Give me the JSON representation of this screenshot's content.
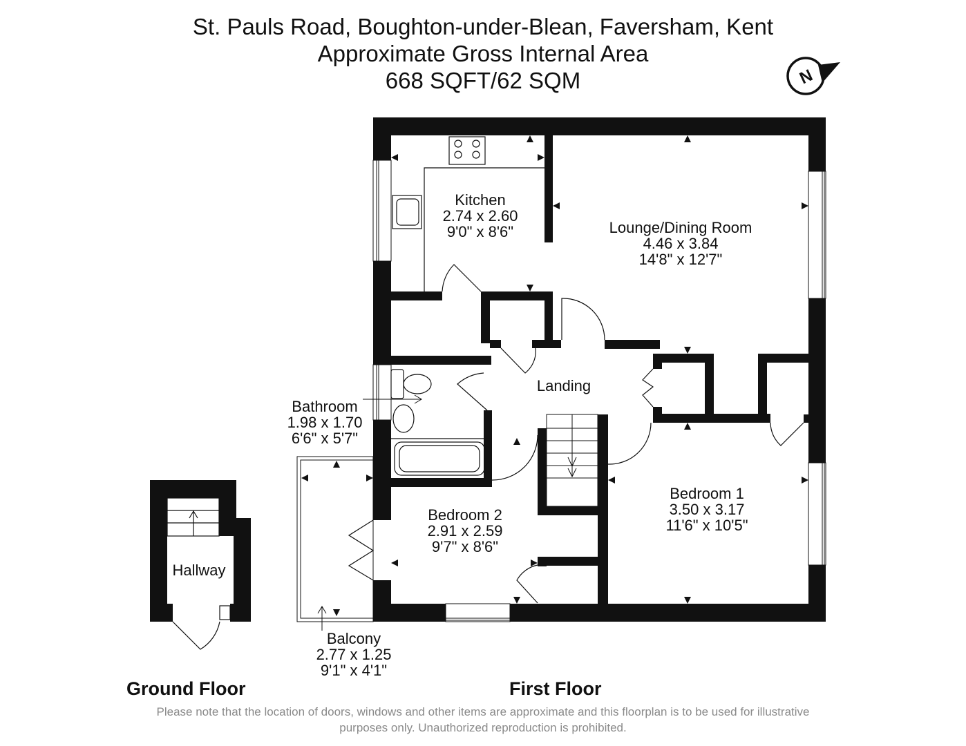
{
  "header": {
    "address": "St. Pauls Road, Boughton-under-Blean, Faversham, Kent",
    "subtitle": "Approximate Gross Internal Area",
    "area": "668 SQFT/62 SQM"
  },
  "compass": {
    "icon": "north-compass-icon",
    "letter": "N"
  },
  "rooms": {
    "kitchen": {
      "name": "Kitchen",
      "metric": "2.74 x 2.60",
      "imperial": "9'0\" x 8'6\""
    },
    "lounge": {
      "name": "Lounge/Dining Room",
      "metric": "4.46 x 3.84",
      "imperial": "14'8\" x 12'7\""
    },
    "landing": {
      "name": "Landing"
    },
    "bathroom": {
      "name": "Bathroom",
      "metric": "1.98 x 1.70",
      "imperial": "6'6\" x 5'7\""
    },
    "bedroom2": {
      "name": "Bedroom 2",
      "metric": "2.91 x 2.59",
      "imperial": "9'7\" x 8'6\""
    },
    "bedroom1": {
      "name": "Bedroom 1",
      "metric": "3.50 x 3.17",
      "imperial": "11'6\" x 10'5\""
    },
    "balcony": {
      "name": "Balcony",
      "metric": "2.77 x 1.25",
      "imperial": "9'1\" x 4'1\""
    },
    "hallway": {
      "name": "Hallway"
    }
  },
  "floors": {
    "ground": "Ground Floor",
    "first": "First Floor"
  },
  "disclaimer": {
    "line1": "Please note that the location of doors, windows and other items are approximate and this floorplan is to be used for illustrative",
    "line2": "purposes only. Unauthorized reproduction is prohibited."
  }
}
